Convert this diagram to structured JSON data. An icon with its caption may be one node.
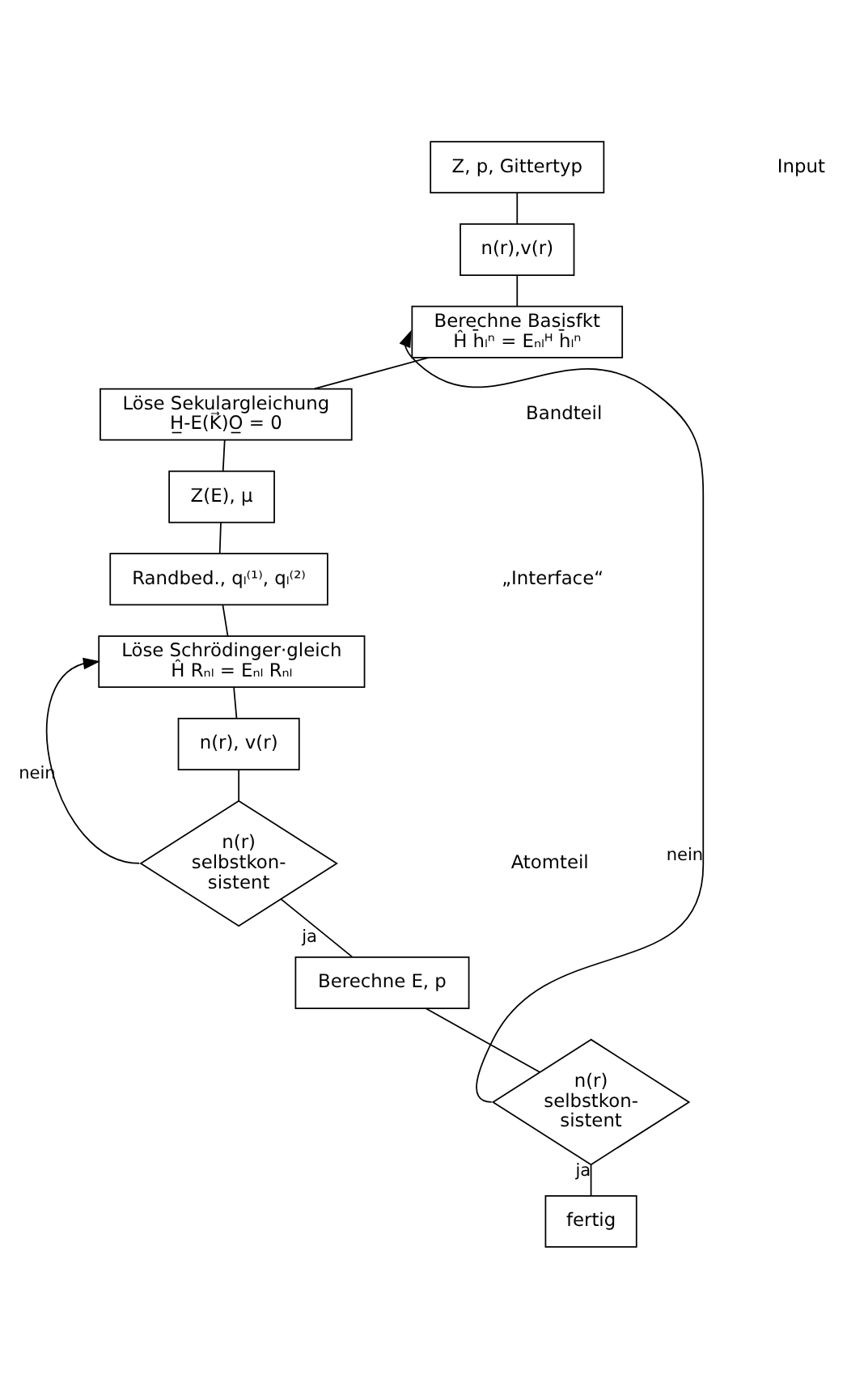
{
  "diagram": {
    "nodes": [
      {
        "text": [
          "Z, p, Gittertyp"
        ]
      },
      {
        "text": [
          "n(r),v(r)"
        ]
      },
      {
        "text": [
          "Berechne Basisfkt",
          "Ĥ h̄ₗⁿ = Eₙₗᴴ h̄ₗⁿ"
        ]
      },
      {
        "text": [
          "Löse Sekulargleichung",
          "H̲-E(K⃗)O̲ = 0"
        ]
      },
      {
        "text": [
          "Z(E), μ"
        ]
      },
      {
        "text": [
          "Randbed., qₗ⁽¹⁾, qₗ⁽²⁾"
        ]
      },
      {
        "text": [
          "Löse Schrödinger·gleich",
          "Ĥ Rₙₗ = Eₙₗ Rₙₗ"
        ]
      },
      {
        "text": [
          "n(r), v(r)"
        ]
      },
      {
        "text": [
          "n(r) selbstkon- sistent"
        ]
      },
      {
        "text": [
          "Berechne E, p"
        ]
      },
      {
        "text": [
          "n(r) selbstkon- sistent"
        ]
      },
      {
        "text": [
          "fertig"
        ]
      }
    ],
    "edges": [
      {
        "from": 0,
        "to": 1,
        "arrow": "none"
      },
      {
        "from": 1,
        "to": 2,
        "arrow": "none"
      },
      {
        "from": 2,
        "to": 3,
        "arrow": "none"
      },
      {
        "from": 3,
        "to": 4,
        "arrow": "none"
      },
      {
        "from": 4,
        "to": 5,
        "arrow": "none"
      },
      {
        "from": 5,
        "to": 6,
        "arrow": "none"
      },
      {
        "from": 6,
        "to": 7,
        "arrow": "none"
      },
      {
        "from": 7,
        "to": 8,
        "arrow": "none"
      },
      {
        "from": 8,
        "to": 6,
        "label": "nein",
        "arrow": "to"
      },
      {
        "from": 8,
        "to": 9,
        "label": "ja",
        "arrow": "none"
      },
      {
        "from": 9,
        "to": 10,
        "arrow": "none"
      },
      {
        "from": 10,
        "to": 2,
        "label": "nein",
        "arrow": "to"
      },
      {
        "from": 10,
        "to": 11,
        "label": "ja",
        "arrow": "none"
      }
    ],
    "labels": [
      "Input",
      "Bandteil",
      "„Interface“",
      "Atomteil"
    ]
  }
}
